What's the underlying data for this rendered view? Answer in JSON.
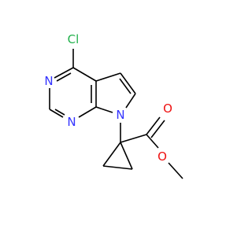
{
  "molecule": {
    "atoms": {
      "cl": {
        "text": "Cl",
        "color": "#22b14c"
      },
      "n_top": {
        "text": "N",
        "color": "#3333ff"
      },
      "n_bottom": {
        "text": "N",
        "color": "#3333ff"
      },
      "n_pyrrole": {
        "text": "N",
        "color": "#3333ff"
      },
      "o_carbonyl": {
        "text": "O",
        "color": "#ee1111"
      },
      "o_ester": {
        "text": "O",
        "color": "#ee1111"
      }
    }
  }
}
